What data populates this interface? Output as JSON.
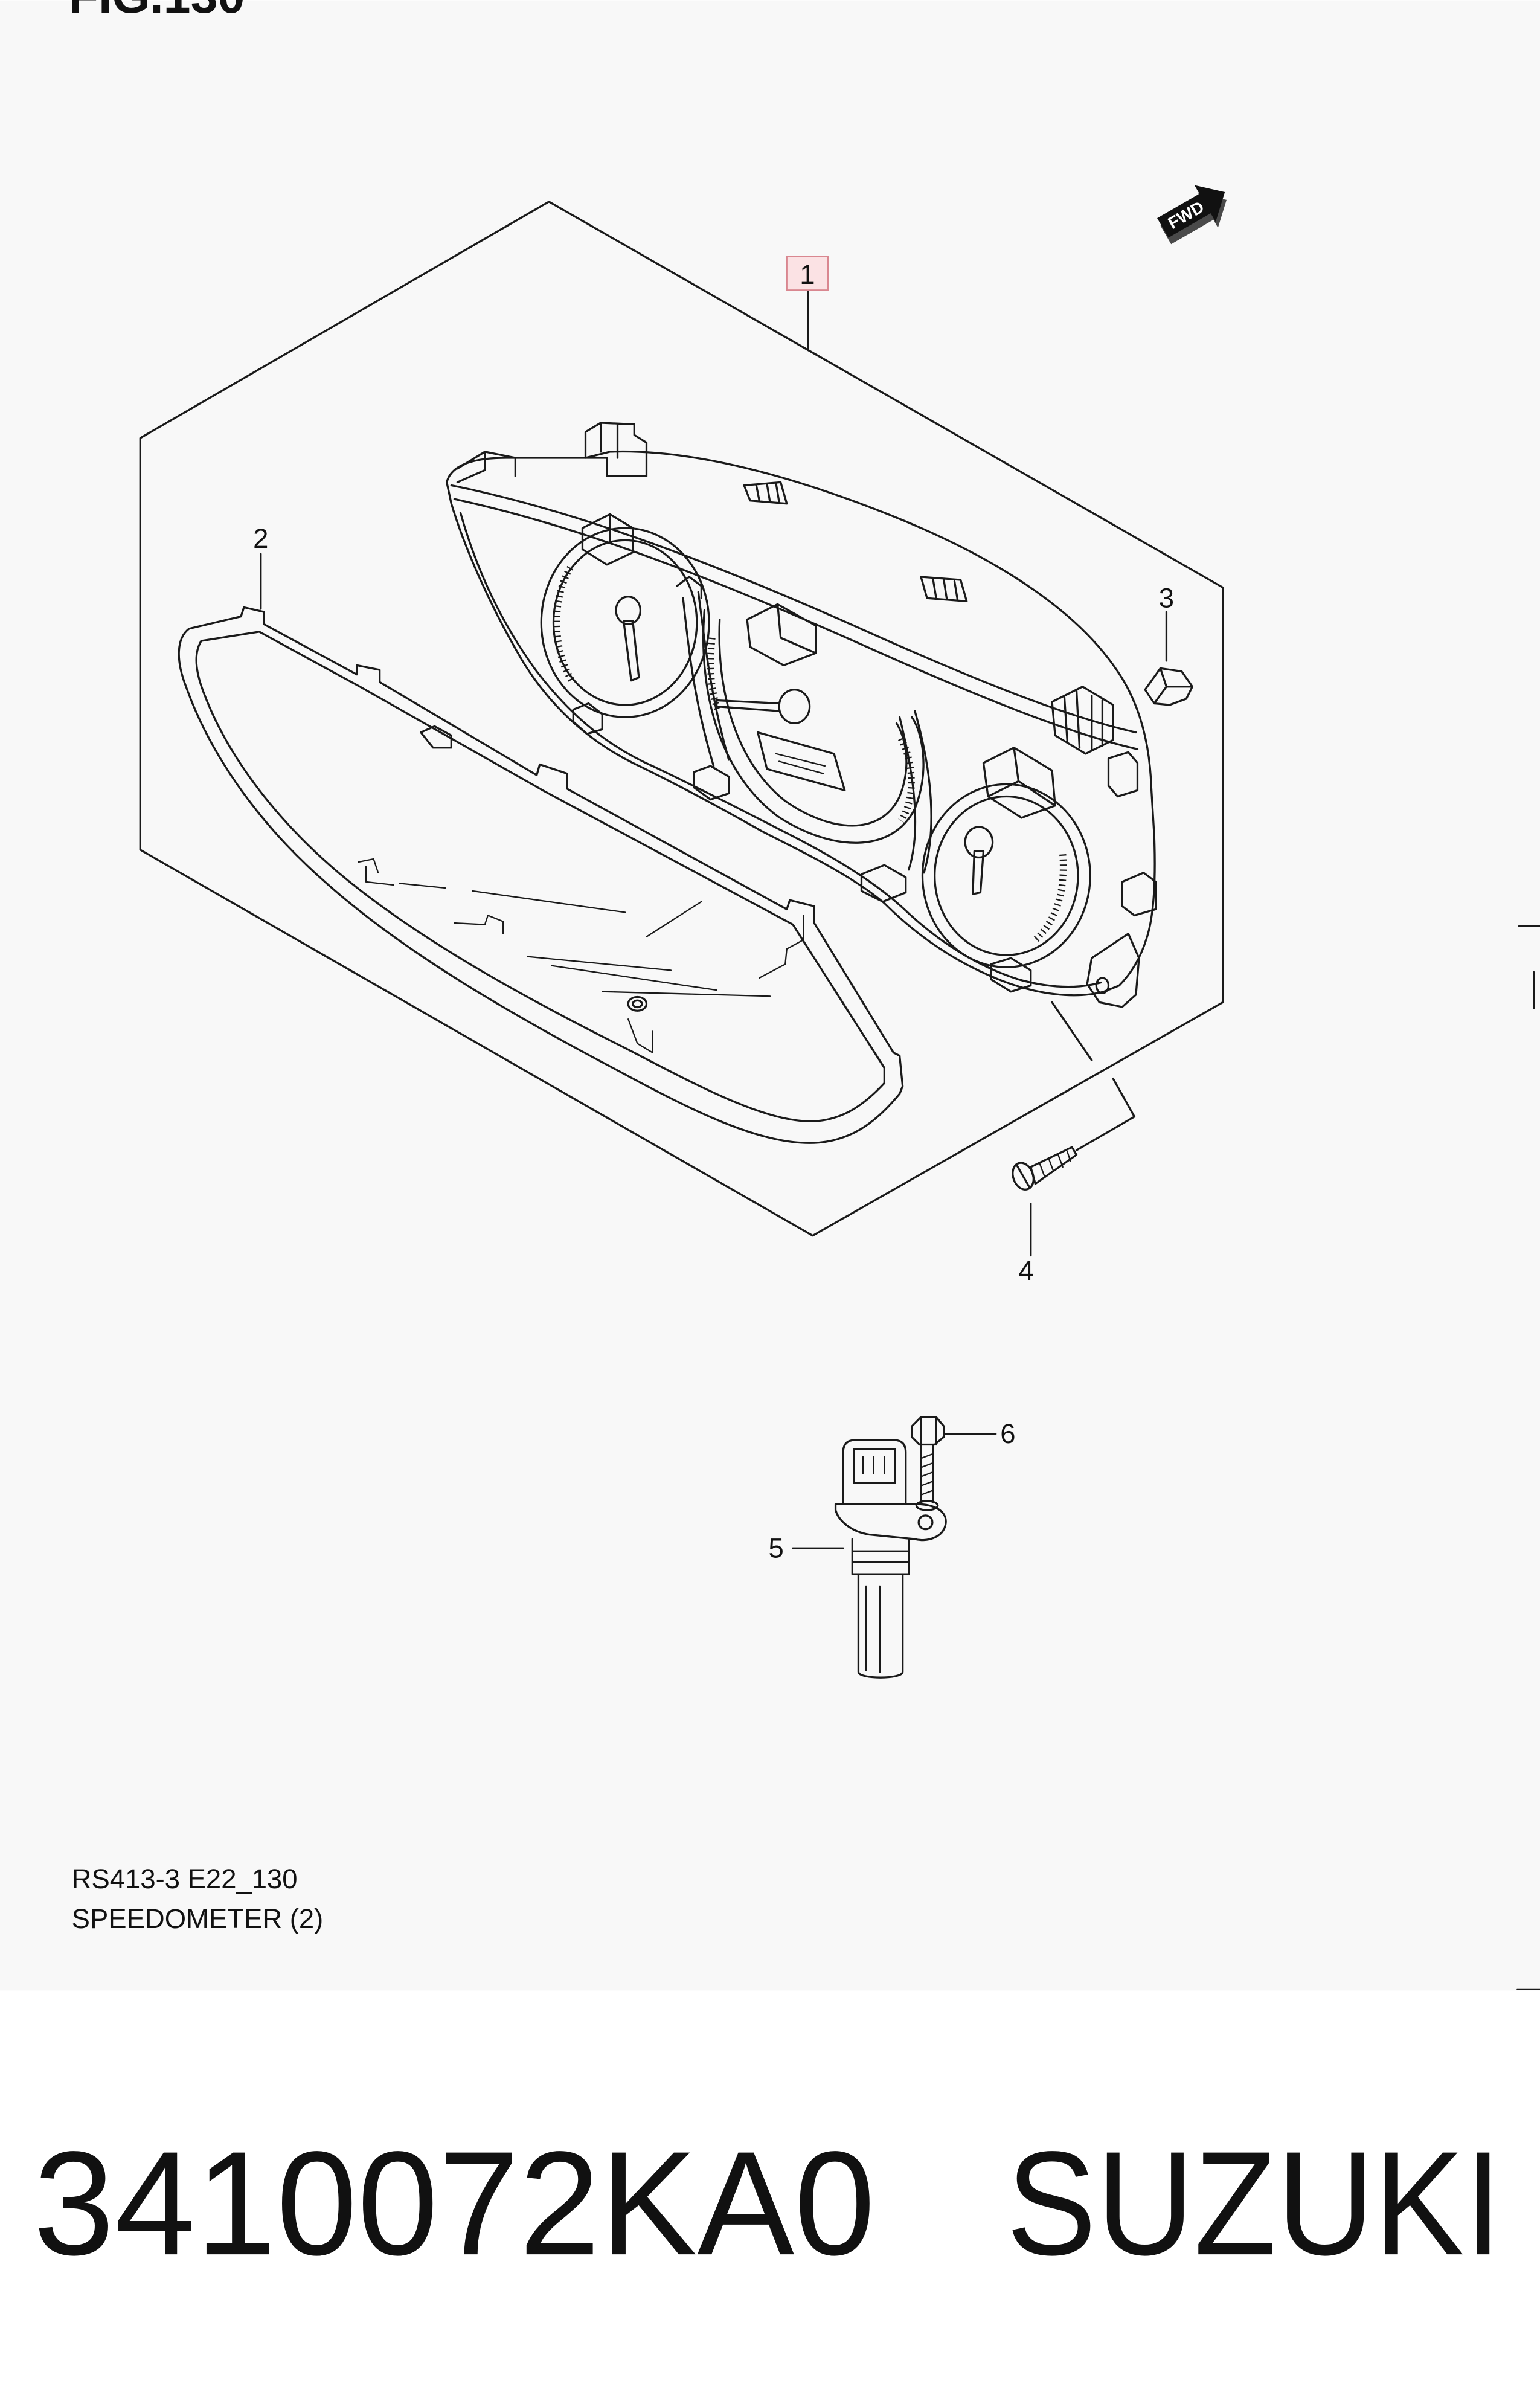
{
  "figure": {
    "title": "FIG.130",
    "fwd_label": "FWD",
    "fwd_icon": "fwd-arrow-icon"
  },
  "callouts": [
    {
      "number": "1",
      "highlighted": true
    },
    {
      "number": "2",
      "highlighted": false
    },
    {
      "number": "3",
      "highlighted": false
    },
    {
      "number": "4",
      "highlighted": false
    },
    {
      "number": "5",
      "highlighted": false
    },
    {
      "number": "6",
      "highlighted": false
    }
  ],
  "caption": {
    "code": "RS413-3 E22_130",
    "name": "SPEEDOMETER (2)"
  },
  "footer": {
    "part_number": "3410072KA0",
    "brand": "SUZUKI"
  },
  "colors": {
    "diagram_bg": "#f8f8f8",
    "page_bg": "#ffffff",
    "line": "#1a1a1a",
    "text": "#111111",
    "highlight_fill": "#fbe2e4",
    "highlight_border": "#d98790"
  }
}
